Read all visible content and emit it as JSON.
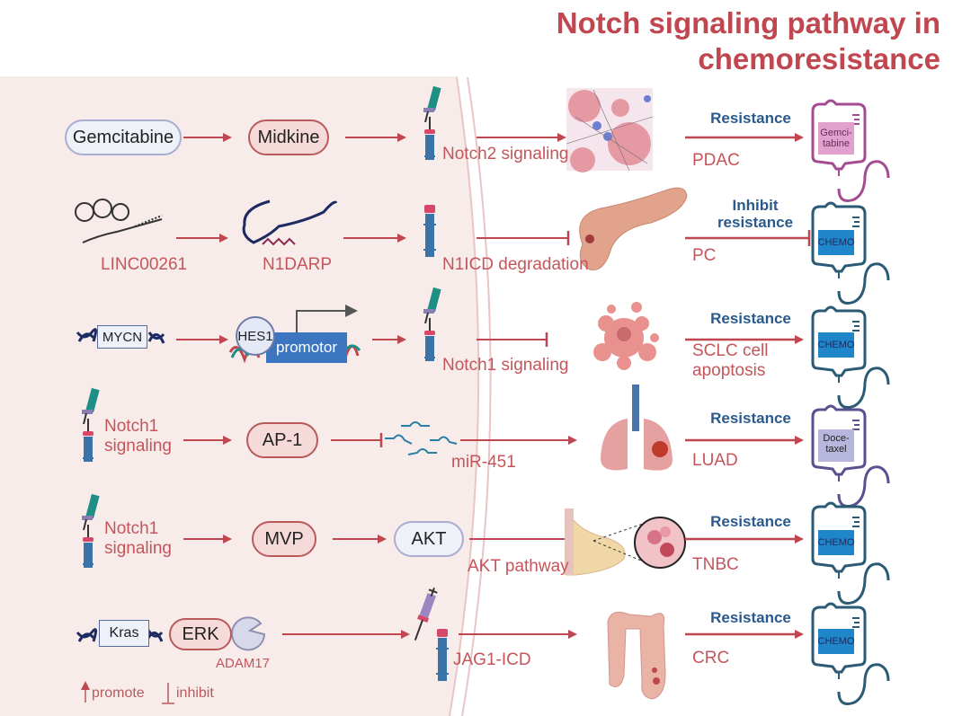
{
  "title": {
    "line1": "Notch signaling pathway in",
    "line2": "chemoresistance"
  },
  "colors": {
    "title": "#c0474f",
    "arrow": "#c0474f",
    "label": "#c4555a",
    "resistance": "#2a5a8c",
    "cytoplasm": "#f8eceb",
    "notch_teal": "#1f8f85",
    "notch_blue": "#3a73a8",
    "chemo_blue": "#1f86c9"
  },
  "rows": [
    {
      "id": "pdac",
      "nodes": [
        "Gemcitabine",
        "Midkine"
      ],
      "receptor_label": "Notch2 signaling",
      "disease": "PDAC",
      "outcome": "Resistance",
      "outcome_arrow": "promote",
      "drug": {
        "line1": "Gemci-",
        "line2": "tabine"
      }
    },
    {
      "id": "pc",
      "nodes": [
        "LINC00261",
        "N1DARP"
      ],
      "receptor_label": "N1ICD degradation",
      "disease": "PC",
      "outcome_line1": "Inhibit",
      "outcome_line2": "resistance",
      "outcome_arrow": "inhibit",
      "drug": {
        "line1": "CHEMO",
        "line2": ""
      }
    },
    {
      "id": "sclc",
      "nodes": [
        "MYCN",
        "HES1",
        "promotor"
      ],
      "receptor_label": "Notch1 signaling",
      "disease_line1": "SCLC cell",
      "disease_line2": "apoptosis",
      "outcome": "Resistance",
      "outcome_arrow": "promote",
      "drug": {
        "line1": "CHEMO",
        "line2": ""
      }
    },
    {
      "id": "luad",
      "nodes": [
        "Notch1",
        "signaling",
        "AP-1"
      ],
      "receptor_label": "miR-451",
      "disease": "LUAD",
      "outcome": "Resistance",
      "outcome_arrow": "promote",
      "drug": {
        "line1": "Doce-",
        "line2": "taxel"
      }
    },
    {
      "id": "tnbc",
      "nodes": [
        "Notch1",
        "signaling",
        "MVP",
        "AKT"
      ],
      "receptor_label": "AKT pathway",
      "disease": "TNBC",
      "outcome": "Resistance",
      "outcome_arrow": "promote",
      "drug": {
        "line1": "CHEMO",
        "line2": ""
      }
    },
    {
      "id": "crc",
      "nodes": [
        "Kras",
        "ERK",
        "ADAM17"
      ],
      "receptor_label": "JAG1-ICD",
      "disease": "CRC",
      "outcome": "Resistance",
      "outcome_arrow": "promote",
      "drug": {
        "line1": "CHEMO",
        "line2": ""
      }
    }
  ],
  "legend": {
    "promote": "promote",
    "inhibit": "inhibit"
  }
}
